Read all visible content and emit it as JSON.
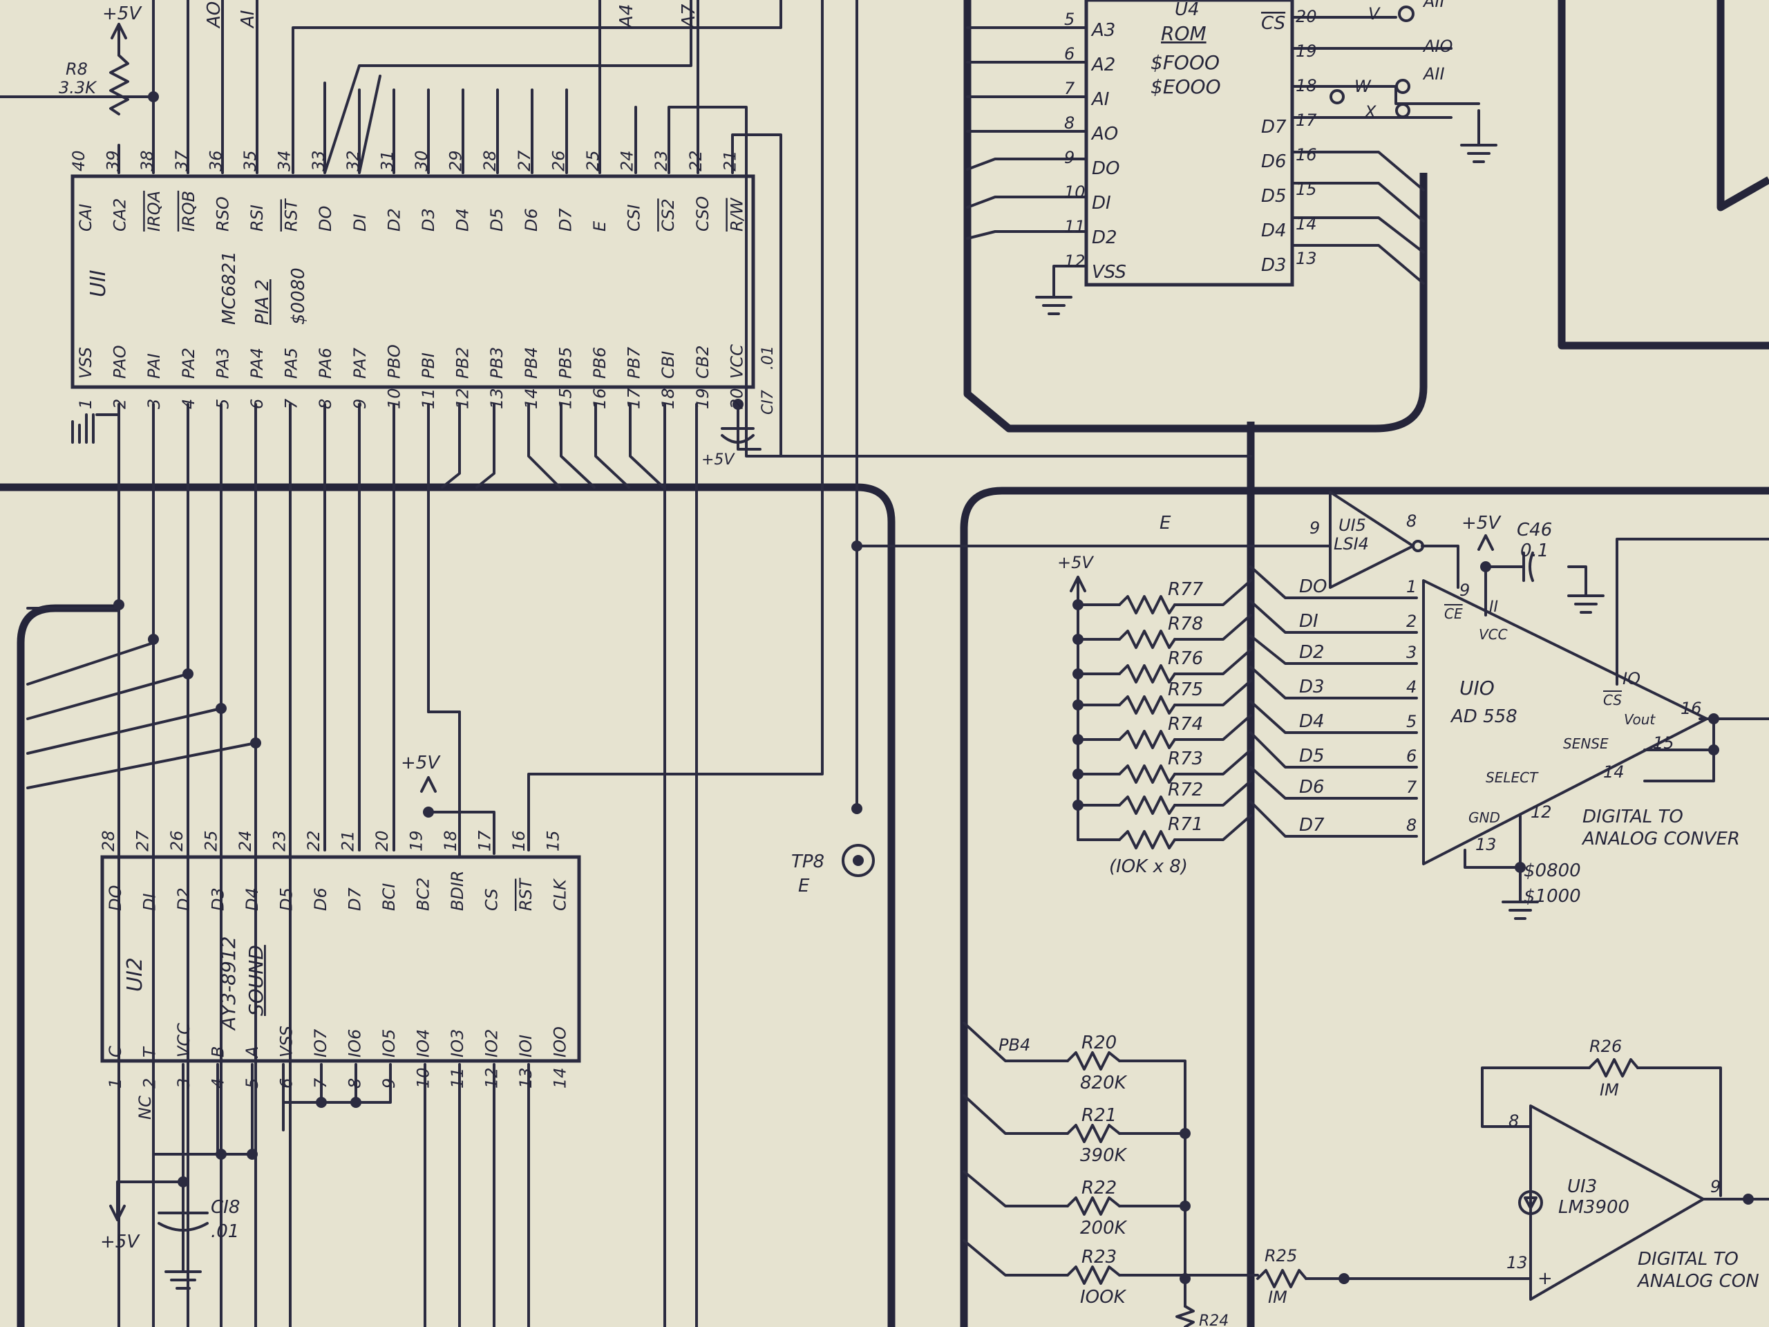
{
  "power": {
    "vplus": "+5V"
  },
  "u11": {
    "ref": "UII",
    "part": "MC6821",
    "function": "PIA 2",
    "address": "$0080",
    "top": [
      {
        "num": "40",
        "sig": "CAI"
      },
      {
        "num": "39",
        "sig": "CA2"
      },
      {
        "num": "38",
        "sig": "IRQA",
        "over": true
      },
      {
        "num": "37",
        "sig": "IRQB",
        "over": true
      },
      {
        "num": "36",
        "sig": "RSO"
      },
      {
        "num": "35",
        "sig": "RSI"
      },
      {
        "num": "34",
        "sig": "RST",
        "over": true
      },
      {
        "num": "33",
        "sig": "DO"
      },
      {
        "num": "32",
        "sig": "DI"
      },
      {
        "num": "31",
        "sig": "D2"
      },
      {
        "num": "30",
        "sig": "D3"
      },
      {
        "num": "29",
        "sig": "D4"
      },
      {
        "num": "28",
        "sig": "D5"
      },
      {
        "num": "27",
        "sig": "D6"
      },
      {
        "num": "26",
        "sig": "D7"
      },
      {
        "num": "25",
        "sig": "E"
      },
      {
        "num": "24",
        "sig": "CSI"
      },
      {
        "num": "23",
        "sig": "CS2",
        "over": true
      },
      {
        "num": "22",
        "sig": "CSO"
      },
      {
        "num": "21",
        "sig": "R/W",
        "over": true
      }
    ],
    "bottom": [
      {
        "num": "1",
        "sig": "VSS"
      },
      {
        "num": "2",
        "sig": "PAO"
      },
      {
        "num": "3",
        "sig": "PAI"
      },
      {
        "num": "4",
        "sig": "PA2"
      },
      {
        "num": "5",
        "sig": "PA3"
      },
      {
        "num": "6",
        "sig": "PA4"
      },
      {
        "num": "7",
        "sig": "PA5"
      },
      {
        "num": "8",
        "sig": "PA6"
      },
      {
        "num": "9",
        "sig": "PA7"
      },
      {
        "num": "10",
        "sig": "PBO"
      },
      {
        "num": "11",
        "sig": "PBI"
      },
      {
        "num": "12",
        "sig": "PB2"
      },
      {
        "num": "13",
        "sig": "PB3"
      },
      {
        "num": "14",
        "sig": "PB4"
      },
      {
        "num": "15",
        "sig": "PB5"
      },
      {
        "num": "16",
        "sig": "PB6"
      },
      {
        "num": "17",
        "sig": "PB7"
      },
      {
        "num": "18",
        "sig": "CBI"
      },
      {
        "num": "19",
        "sig": "CB2"
      },
      {
        "num": "20",
        "sig": "VCC"
      }
    ]
  },
  "u11_top_nets": [
    "AO",
    "AI",
    "A4",
    "A7"
  ],
  "r8": {
    "ref": "R8",
    "value": "3.3K"
  },
  "c17": {
    "ref": "CI7",
    "value": ".01"
  },
  "u12": {
    "ref": "UI2",
    "part": "AY3-8912",
    "function": "SOUND",
    "top": [
      {
        "num": "28",
        "sig": "DO"
      },
      {
        "num": "27",
        "sig": "DI"
      },
      {
        "num": "26",
        "sig": "D2"
      },
      {
        "num": "25",
        "sig": "D3"
      },
      {
        "num": "24",
        "sig": "D4"
      },
      {
        "num": "23",
        "sig": "D5"
      },
      {
        "num": "22",
        "sig": "D6"
      },
      {
        "num": "21",
        "sig": "D7"
      },
      {
        "num": "20",
        "sig": "BCI"
      },
      {
        "num": "19",
        "sig": "BC2"
      },
      {
        "num": "18",
        "sig": "BDIR"
      },
      {
        "num": "17",
        "sig": "CS"
      },
      {
        "num": "16",
        "sig": "RST",
        "over": true
      },
      {
        "num": "15",
        "sig": "CLK"
      }
    ],
    "bottom": [
      {
        "num": "1",
        "sig": "C"
      },
      {
        "num": "2",
        "sig": "T"
      },
      {
        "num": "3",
        "sig": "VCC"
      },
      {
        "num": "4",
        "sig": "B"
      },
      {
        "num": "5",
        "sig": "A"
      },
      {
        "num": "6",
        "sig": "VSS"
      },
      {
        "num": "7",
        "sig": "IO7"
      },
      {
        "num": "8",
        "sig": "IO6"
      },
      {
        "num": "9",
        "sig": "IO5"
      },
      {
        "num": "10",
        "sig": "IO4"
      },
      {
        "num": "11",
        "sig": "IO3"
      },
      {
        "num": "12",
        "sig": "IO2"
      },
      {
        "num": "13",
        "sig": "IOI"
      },
      {
        "num": "14",
        "sig": "IOO"
      }
    ],
    "nc": "NC"
  },
  "c18": {
    "ref": "CI8",
    "value": ".01"
  },
  "tp8": {
    "ref": "TP8",
    "net": "E"
  },
  "u4": {
    "ref": "U4",
    "part": "ROM",
    "addr1": "$FOOO",
    "addr2": "$EOOO",
    "left": [
      {
        "num": "5",
        "sig": "A3"
      },
      {
        "num": "6",
        "sig": "A2"
      },
      {
        "num": "7",
        "sig": "AI"
      },
      {
        "num": "8",
        "sig": "AO"
      },
      {
        "num": "9",
        "sig": "DO"
      },
      {
        "num": "10",
        "sig": "DI"
      },
      {
        "num": "11",
        "sig": "D2"
      },
      {
        "num": "12",
        "sig": "VSS"
      }
    ],
    "right": [
      {
        "num": "20",
        "sig": "CS",
        "over": true
      },
      {
        "num": "19",
        "sig": ""
      },
      {
        "num": "18",
        "sig": ""
      },
      {
        "num": "17",
        "sig": "D7"
      },
      {
        "num": "16",
        "sig": "D6"
      },
      {
        "num": "15",
        "sig": "D5"
      },
      {
        "num": "14",
        "sig": "D4"
      },
      {
        "num": "13",
        "sig": "D3"
      }
    ],
    "jumpers": [
      "V",
      "W",
      "X"
    ],
    "jumper_nets": [
      "AII",
      "AIO",
      "AII"
    ]
  },
  "u15": {
    "ref": "UI5",
    "part": "LSI4",
    "in_pin": "9",
    "out_pin": "8",
    "net": "E"
  },
  "c46": {
    "ref": "C46",
    "value": "0.1"
  },
  "pullups": {
    "refs": [
      "R77",
      "R78",
      "R76",
      "R75",
      "R74",
      "R73",
      "R72",
      "R71"
    ],
    "value": "(IOK x 8)"
  },
  "dac_bus": [
    "DO",
    "DI",
    "D2",
    "D3",
    "D4",
    "D5",
    "D6",
    "D7"
  ],
  "u10": {
    "ref": "UIO",
    "part": "AD 558",
    "in_pins": [
      "1",
      "2",
      "3",
      "4",
      "5",
      "6",
      "7",
      "8"
    ],
    "ce": "CE",
    "ce_pin": "9",
    "vcc": "VCC",
    "vcc_pin": "II",
    "cs": "CS",
    "cs_pin": "IO",
    "vout": "Vout",
    "vout_pin": "16",
    "sense": "SENSE",
    "sense_pin": "15",
    "select": "SELECT",
    "select_pin": "14",
    "gnd": "GND",
    "gnd_pin_a": "12",
    "gnd_pin_b": "13",
    "title1": "DIGITAL TO",
    "title2": "ANALOG CONVER",
    "addr1": "$0800",
    "addr2": "$1000"
  },
  "ladder": {
    "net": "PB4",
    "items": [
      {
        "ref": "R20",
        "value": "820K"
      },
      {
        "ref": "R21",
        "value": "390K"
      },
      {
        "ref": "R22",
        "value": "200K"
      },
      {
        "ref": "R23",
        "value": "IOOK"
      }
    ],
    "r24": "R24"
  },
  "r25": {
    "ref": "R25",
    "value": "IM"
  },
  "r26": {
    "ref": "R26",
    "value": "IM"
  },
  "u13": {
    "ref": "UI3",
    "part": "LM3900",
    "pin_minus": "8",
    "pin_plus": "13",
    "pin_out": "9",
    "title1": "DIGITAL TO",
    "title2": "ANALOG CON"
  }
}
